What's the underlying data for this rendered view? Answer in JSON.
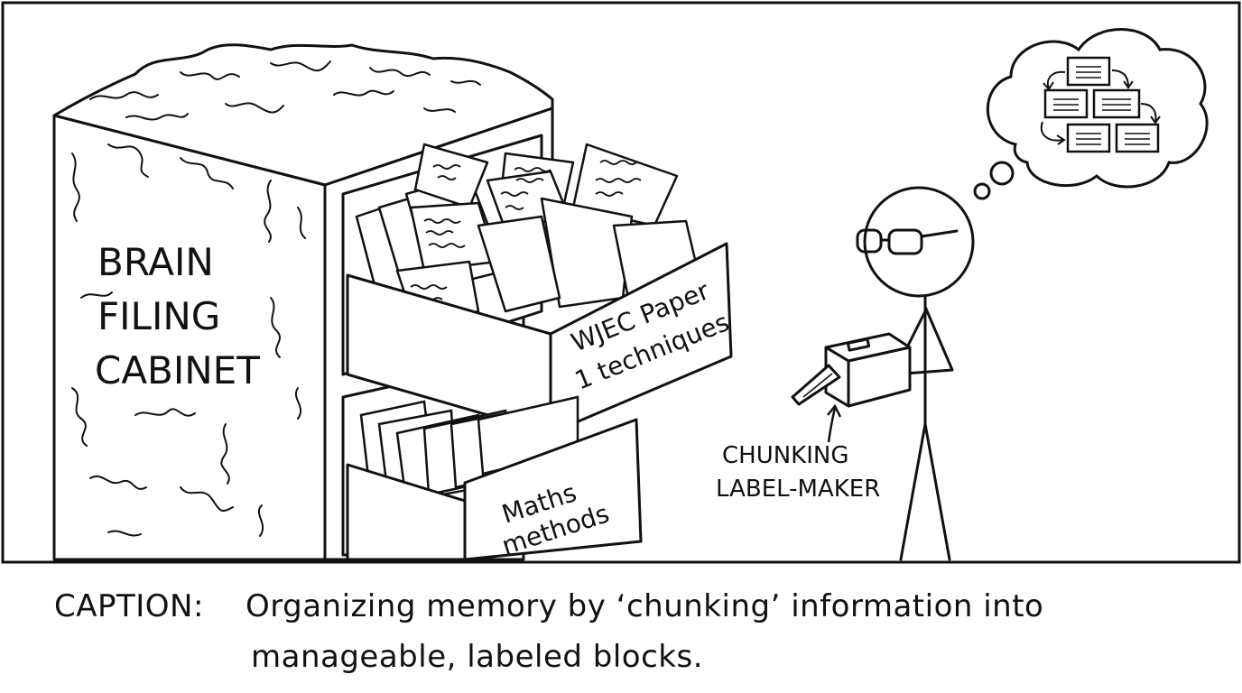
{
  "comic": {
    "cabinet_label": [
      "BRAIN",
      "FILING",
      "CABINET"
    ],
    "drawer_top_label": [
      "WJEC Paper",
      "1 techniques"
    ],
    "drawer_bottom_label": [
      "Maths",
      "methods"
    ],
    "device_label": [
      "CHUNKING",
      "LABEL-MAKER"
    ]
  },
  "caption": {
    "prefix": "CAPTION:",
    "line1": "Organizing memory by ‘chunking’ information into",
    "line2": "manageable, labeled blocks."
  },
  "colors": {
    "ink": "#111111",
    "paper": "#ffffff"
  }
}
